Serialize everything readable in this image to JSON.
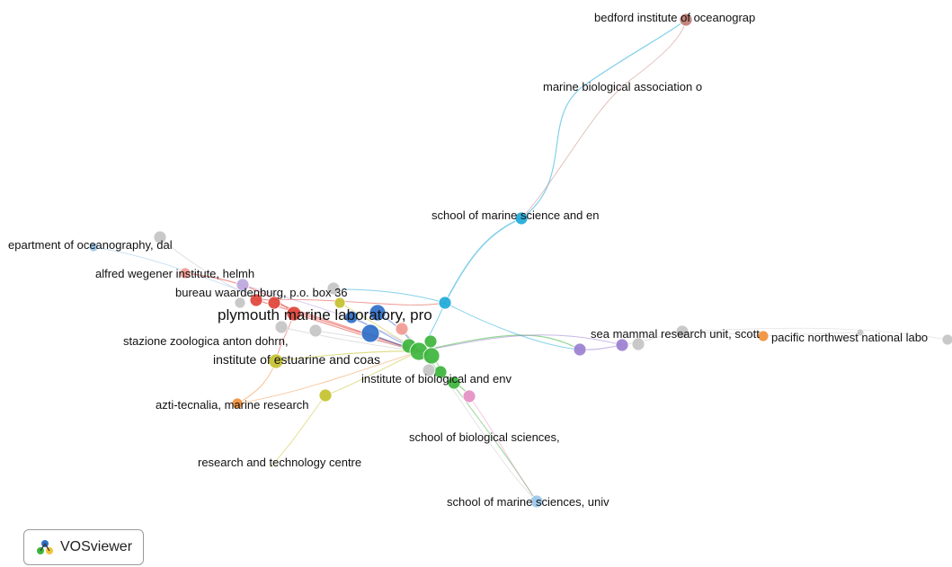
{
  "labels": {
    "bedford": "bedford institute of oceanograp",
    "mba": "marine biological association o",
    "smse": "school of marine science and en",
    "dal": "epartment of oceanography, dal",
    "awi": "alfred wegener institute, helmh",
    "bureau": "bureau waardenburg, p.o. box 36",
    "pml": "plymouth marine laboratory, pro",
    "szn": "stazione zoologica anton dohrn,",
    "iec": "institute of estuarine and coas",
    "ibe": "institute of biological and env",
    "azti": "azti-tecnalia, marine research",
    "rtc": "research and technology centre",
    "sbs": "school of biological sciences,",
    "sms": "school of marine sciences, univ",
    "smru": "sea mammal research unit, scott",
    "pnnl": "pacific northwest national labo"
  },
  "brand": {
    "name": "VOSviewer",
    "icon": "vosviewer-logo-icon"
  },
  "colors": {
    "red": "#e0443a",
    "green": "#3db53d",
    "blue": "#2f6fc8",
    "cyan": "#1fa9d8",
    "purple": "#9b7fd0",
    "yellow": "#c6c22f",
    "orange": "#f0903a",
    "pink": "#e58fc4",
    "grey": "#c4c4c4",
    "brown": "#c07c72",
    "salmon": "#f29a93",
    "lightblue": "#9ac7ea",
    "lavender": "#bda8e0"
  }
}
